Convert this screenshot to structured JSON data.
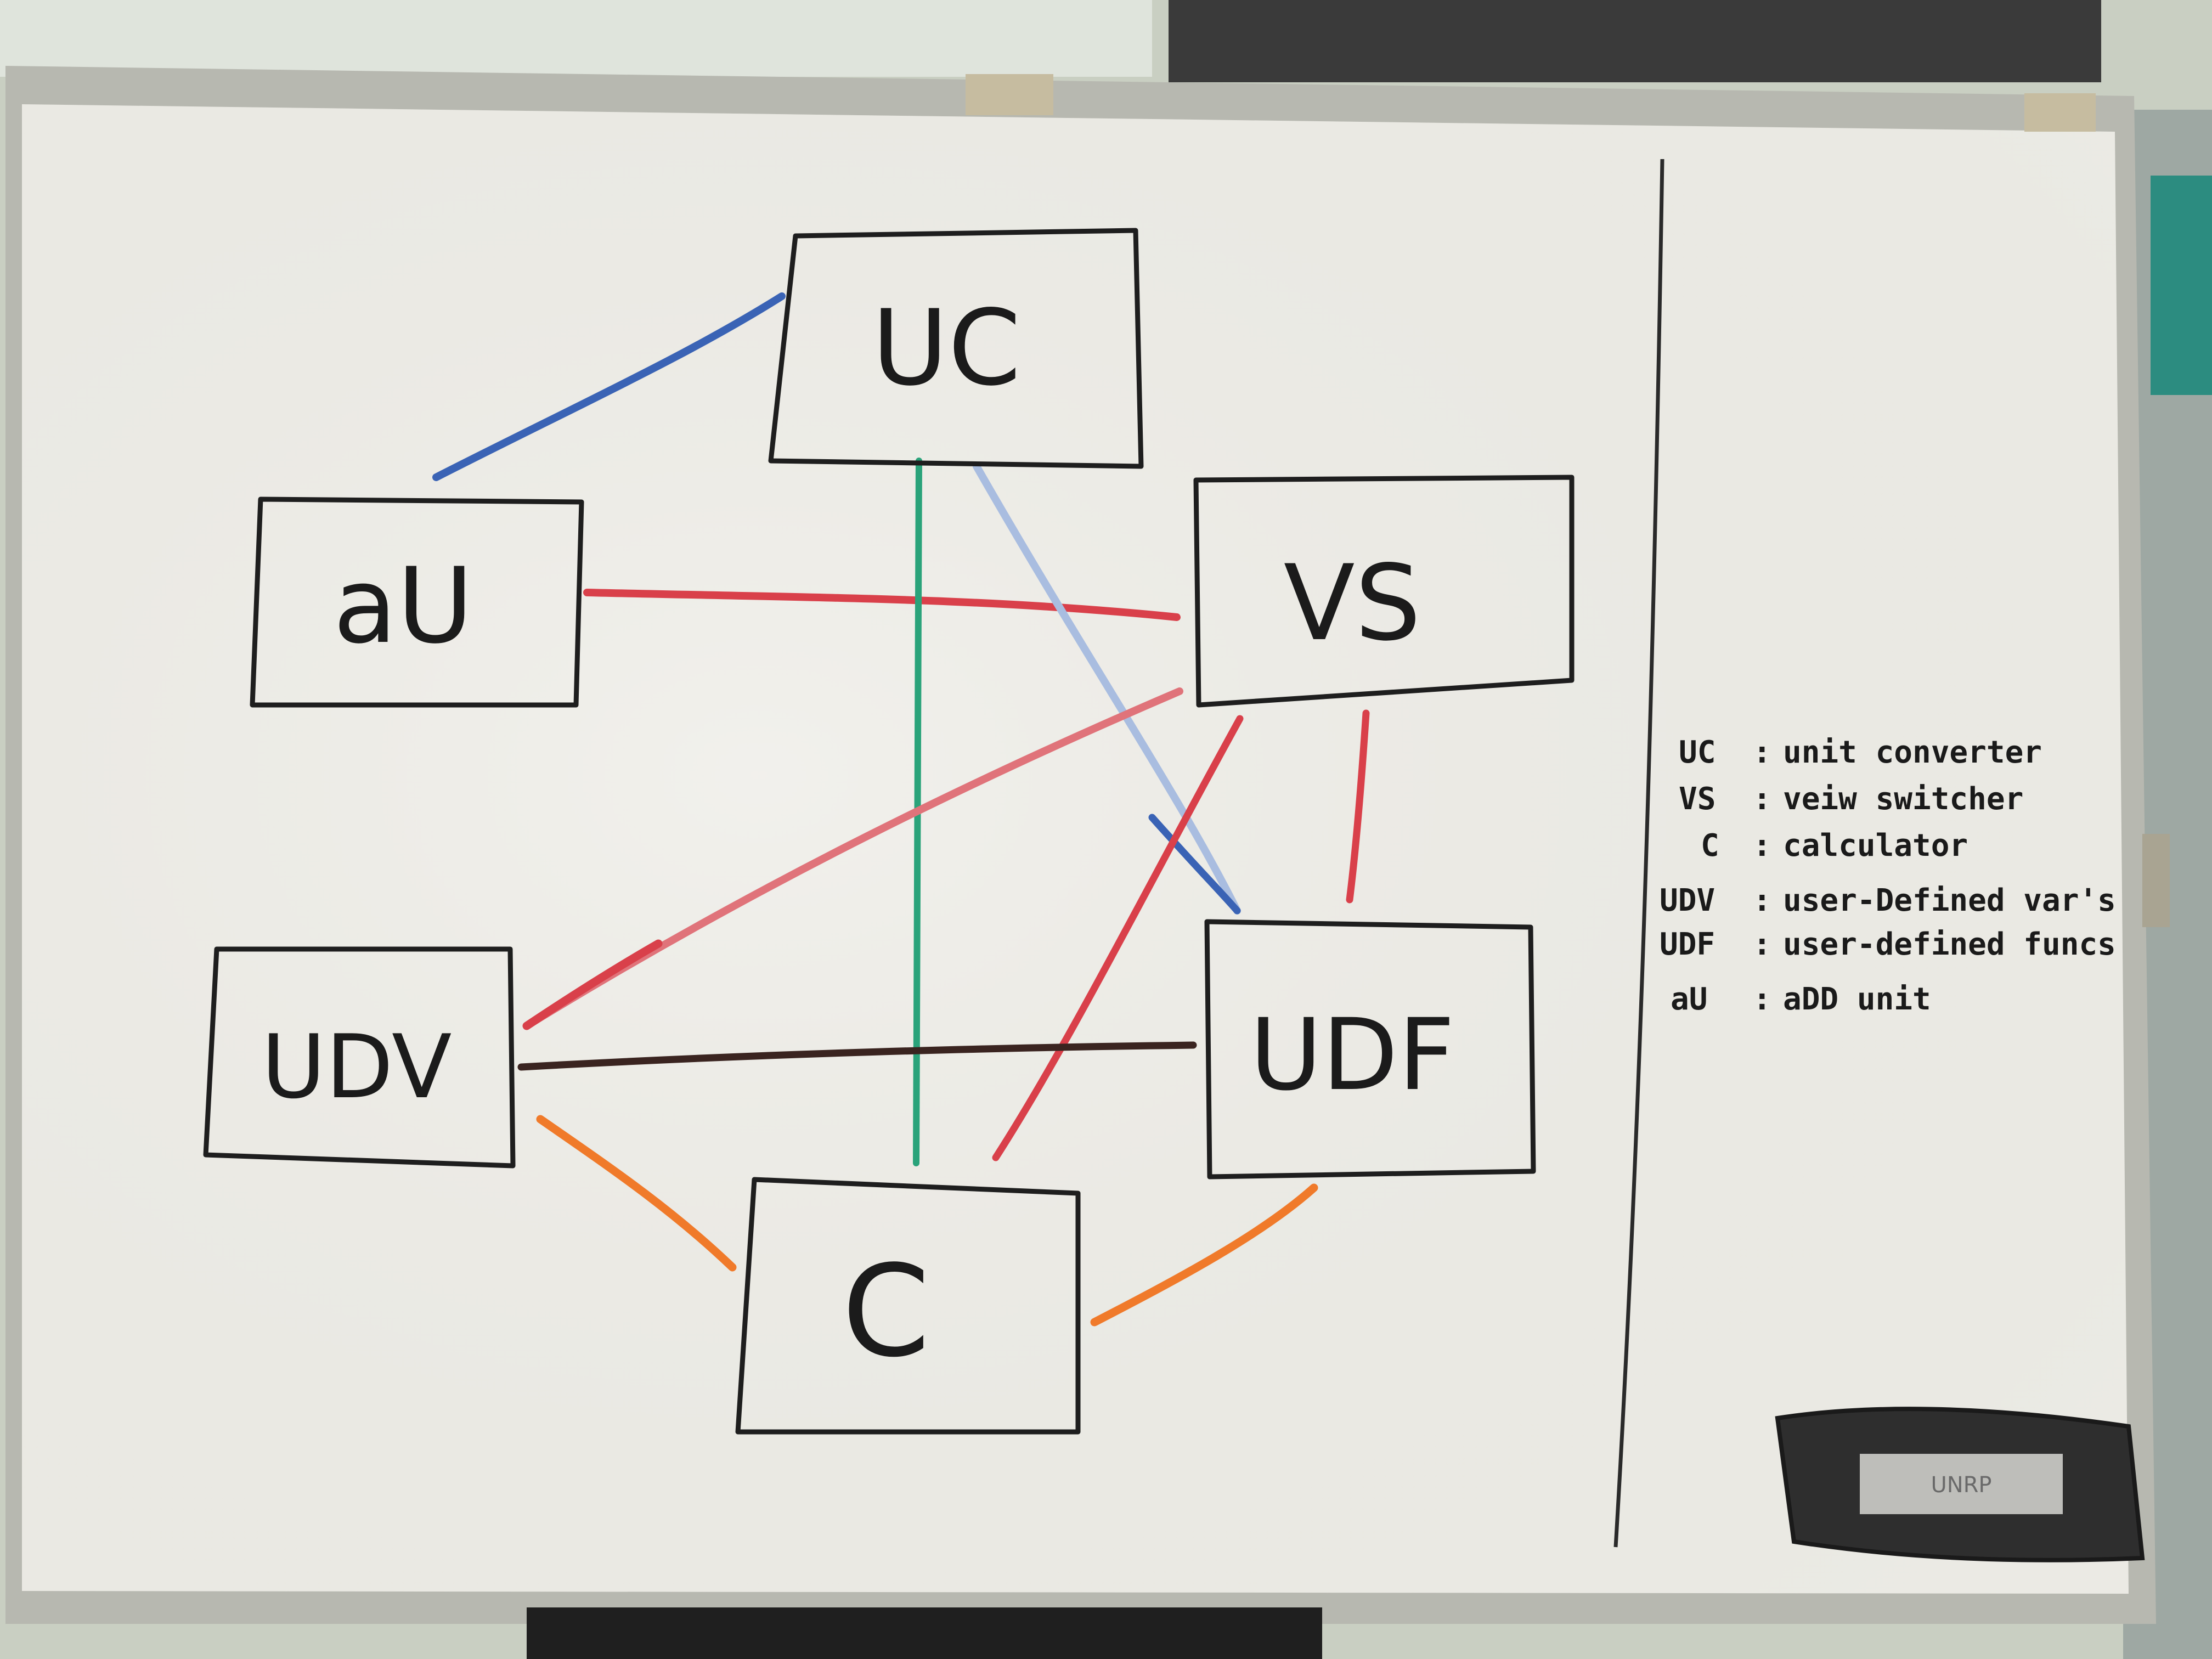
{
  "scene": {
    "description_kind": "whiteboard-photo",
    "colors": {
      "board": "#ecebe6",
      "frame": "#b9b9b2",
      "ink_black": "#1e1e1e",
      "ink_blue": "#3a63b5",
      "ink_light_blue": "#a9bde0",
      "ink_green": "#2aa37a",
      "ink_red": "#d9404a",
      "ink_orange": "#f07a2a",
      "ink_brown": "#3a2420"
    }
  },
  "nodes": {
    "uc": "UC",
    "au": "aU",
    "vs": "VS",
    "udv": "UDV",
    "udf": "UDF",
    "c": "C"
  },
  "legend": [
    {
      "abbr": "UC",
      "sep": ":",
      "text": "unit converter"
    },
    {
      "abbr": "VS",
      "sep": ":",
      "text": "veiw switcher"
    },
    {
      "abbr": "C",
      "sep": ":",
      "text": "calculator"
    },
    {
      "abbr": "UDV",
      "sep": ":",
      "text": "user-Defined var's"
    },
    {
      "abbr": "UDF",
      "sep": ":",
      "text": "user-defined funcs"
    },
    {
      "abbr": "aU",
      "sep": ":",
      "text": "aDD unit"
    }
  ],
  "eraser": {
    "label": "UNRP"
  }
}
